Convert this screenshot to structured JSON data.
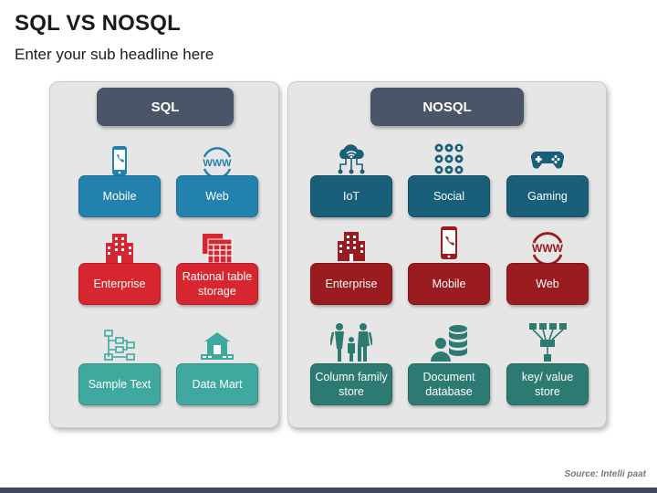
{
  "title": "SQL VS NOSQL",
  "subtitle": "Enter your sub headline here",
  "sql": {
    "header": "SQL",
    "tiles": [
      {
        "label": "Mobile",
        "icon": "mobile-phone-icon"
      },
      {
        "label": "Web",
        "icon": "www-globe-icon"
      },
      {
        "label": "Enterprise",
        "icon": "building-icon"
      },
      {
        "label": "Rational table storage",
        "icon": "table-grid-icon"
      },
      {
        "label": "Sample Text",
        "icon": "flowchart-icon"
      },
      {
        "label": "Data Mart",
        "icon": "store-house-icon"
      }
    ]
  },
  "nosql": {
    "header": "NOSQL",
    "tiles": [
      {
        "label": "IoT",
        "icon": "cloud-network-icon"
      },
      {
        "label": "Social",
        "icon": "social-grid-icon"
      },
      {
        "label": "Gaming",
        "icon": "gamepad-icon"
      },
      {
        "label": "Enterprise",
        "icon": "building-icon"
      },
      {
        "label": "Mobile",
        "icon": "mobile-phone-icon"
      },
      {
        "label": "Web",
        "icon": "www-globe-icon"
      },
      {
        "label": "Column family store",
        "icon": "family-icon"
      },
      {
        "label": "Document database",
        "icon": "user-database-icon"
      },
      {
        "label": "key/ value store",
        "icon": "key-value-tree-icon"
      }
    ]
  },
  "colors": {
    "blue": "#2382ad",
    "dark_blue": "#1a5f7a",
    "red": "#d7262f",
    "dark_red": "#9a1b20",
    "teal": "#3fa99f",
    "dark_teal": "#2d7a72",
    "header": "#4a5568"
  },
  "source": "Source: Intelli paat"
}
